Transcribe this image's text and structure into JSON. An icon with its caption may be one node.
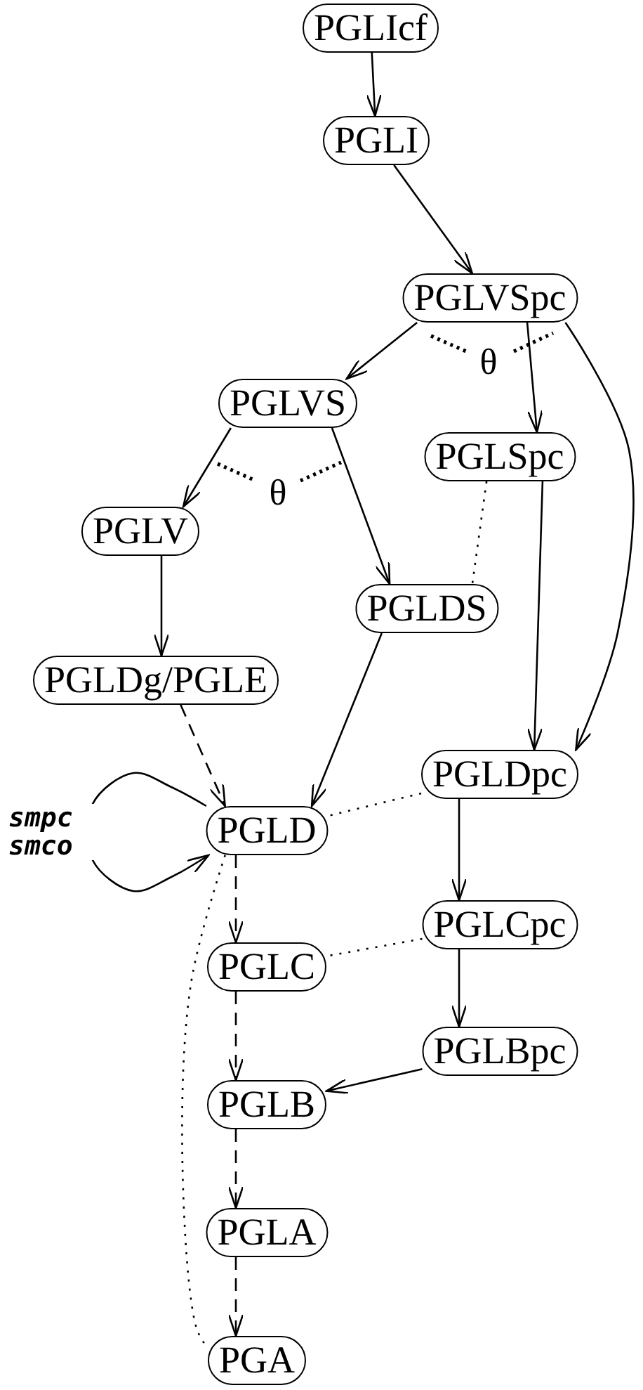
{
  "diagram": {
    "nodes": [
      {
        "text": [
          "PGLIcf"
        ]
      },
      {
        "text": [
          "PGLI"
        ]
      },
      {
        "text": [
          "PGLVSpc"
        ]
      },
      {
        "text": [
          "PGLVS"
        ]
      },
      {
        "text": [
          "PGLSpc"
        ]
      },
      {
        "text": [
          "PGLV"
        ]
      },
      {
        "text": [
          "PGLDS"
        ]
      },
      {
        "text": [
          "PGLDg/PGLE"
        ]
      },
      {
        "text": [
          "PGLDpc"
        ]
      },
      {
        "text": [
          "PGLD"
        ]
      },
      {
        "text": [
          "PGLCpc"
        ]
      },
      {
        "text": [
          "PGLC"
        ]
      },
      {
        "text": [
          "PGLBpc"
        ]
      },
      {
        "text": [
          "PGLB"
        ]
      },
      {
        "text": [
          "PGLA"
        ]
      },
      {
        "text": [
          "PGA"
        ]
      }
    ],
    "edges": [
      {
        "from": 0,
        "to": 1,
        "arrow": "to"
      },
      {
        "from": 1,
        "to": 2,
        "arrow": "to"
      },
      {
        "from": 2,
        "to": 3,
        "arrow": "to"
      },
      {
        "from": 2,
        "to": 4,
        "arrow": "to"
      },
      {
        "from": 2,
        "to": 8,
        "arrow": "to"
      },
      {
        "from": 3,
        "to": 5,
        "arrow": "to"
      },
      {
        "from": 3,
        "to": 6,
        "arrow": "to"
      },
      {
        "from": 5,
        "to": 7,
        "arrow": "to"
      },
      {
        "from": 4,
        "to": 6,
        "arrow": "none",
        "style": "dashed"
      },
      {
        "from": 4,
        "to": 8,
        "arrow": "to"
      },
      {
        "from": 6,
        "to": 9,
        "arrow": "to"
      },
      {
        "from": 7,
        "to": 9,
        "arrow": "to",
        "style": "dashed"
      },
      {
        "from": 9,
        "to": 9,
        "arrow": "to",
        "label": "smpc smco"
      },
      {
        "from": 8,
        "to": 9,
        "arrow": "none",
        "style": "dashed"
      },
      {
        "from": 8,
        "to": 10,
        "arrow": "to"
      },
      {
        "from": 9,
        "to": 11,
        "arrow": "to",
        "style": "dashed"
      },
      {
        "from": 10,
        "to": 11,
        "arrow": "none",
        "style": "dashed"
      },
      {
        "from": 10,
        "to": 12,
        "arrow": "to"
      },
      {
        "from": 12,
        "to": 13,
        "arrow": "to"
      },
      {
        "from": 11,
        "to": 13,
        "arrow": "to",
        "style": "dashed"
      },
      {
        "from": 13,
        "to": 14,
        "arrow": "to",
        "style": "dashed"
      },
      {
        "from": 14,
        "to": 15,
        "arrow": "to",
        "style": "dashed"
      },
      {
        "from": 9,
        "to": 15,
        "arrow": "none",
        "style": "dashed"
      }
    ],
    "labels": [
      "θ",
      "θ"
    ]
  }
}
